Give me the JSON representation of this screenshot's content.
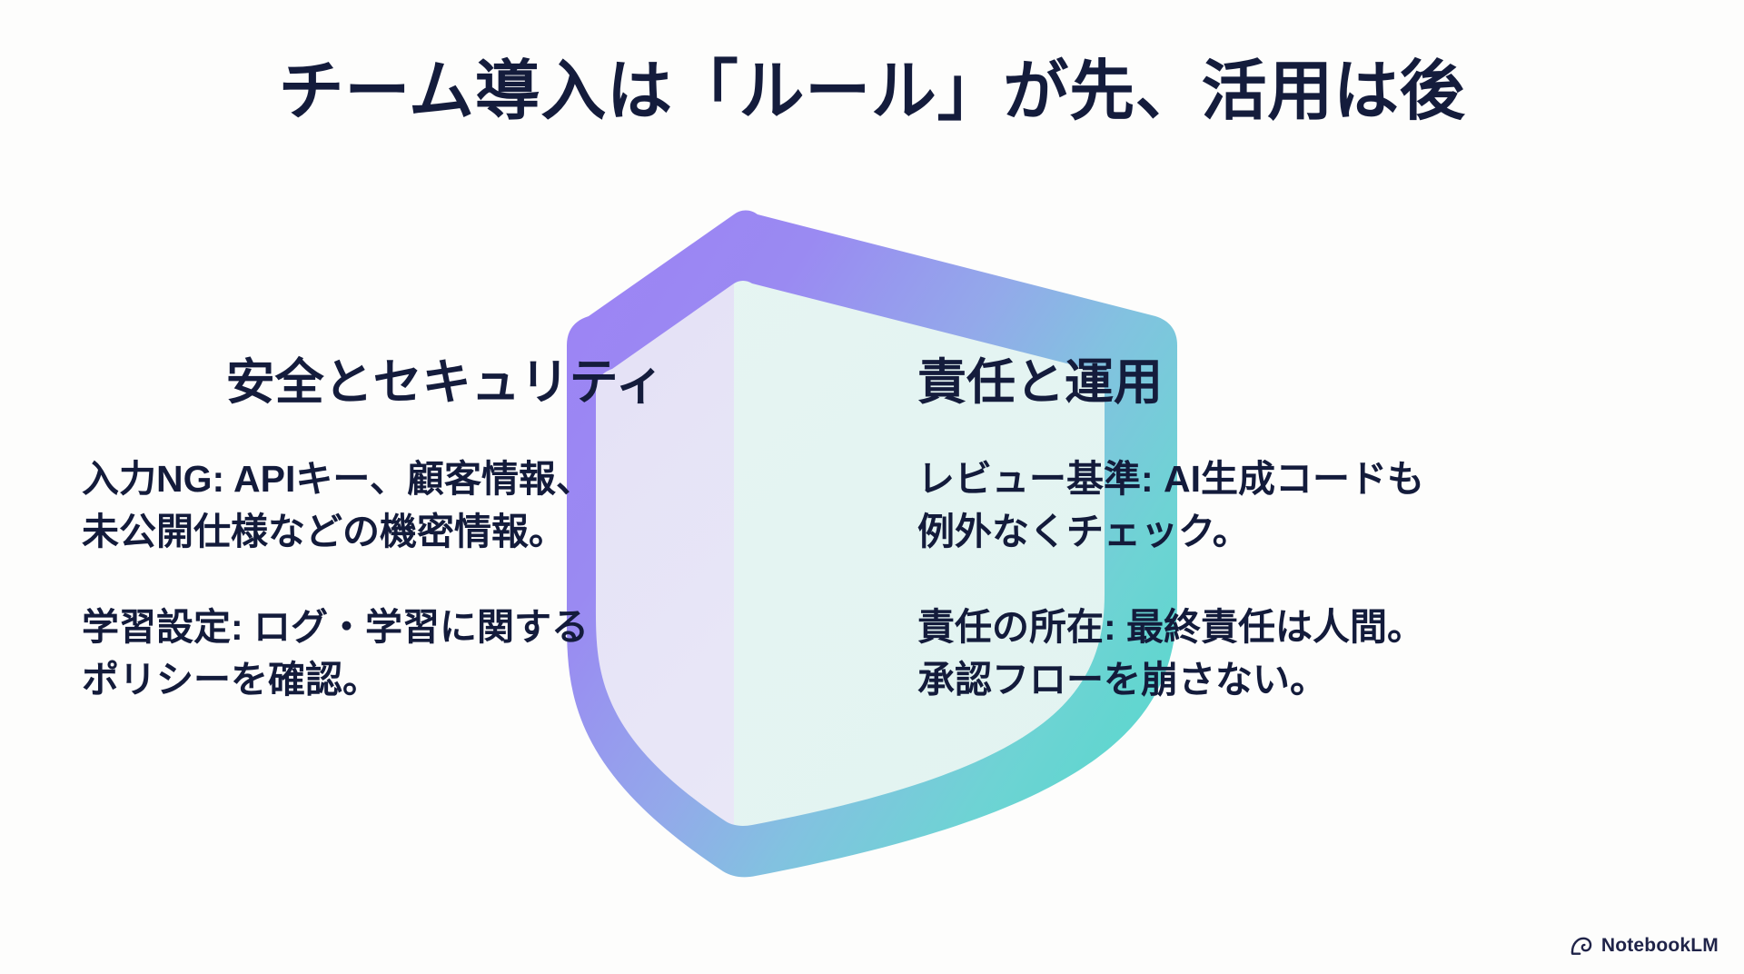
{
  "slide": {
    "title": "チーム導入は「ルール」が先、活用は後",
    "background_color": "#fdfdfc",
    "title_color": "#141c3c"
  },
  "columns": [
    {
      "id": "safety-security",
      "heading": "安全とセキュリティ",
      "accent_color": "#8b7df0",
      "bullets": [
        "入力NG: APIキー、顧客情報、\n未公開仕様などの機密情報。",
        "学習設定: ログ・学習に関する\nポリシーを確認。"
      ]
    },
    {
      "id": "responsibility-operation",
      "heading": "責任と運用",
      "accent_color": "#5fd6cd",
      "bullets": [
        "レビュー基準: AI生成コードも\n例外なくチェック。",
        "責任の所在: 最終責任は人間。\n承認フローを崩さない。"
      ]
    }
  ],
  "shield": {
    "name": "shield-icon",
    "outer_gradient_left": "#9a85f2",
    "outer_gradient_right": "#5fd6cd",
    "inner_left_fill": "#e6e4f7",
    "inner_right_fill": "#e3f4f2"
  },
  "watermark": {
    "label": "NotebookLM",
    "icon": "notebooklm-spiral-icon",
    "color": "#1f2348"
  }
}
